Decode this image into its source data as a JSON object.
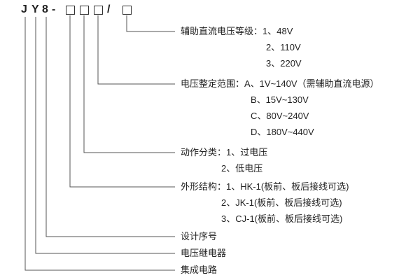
{
  "model": {
    "letter_j": "J",
    "letter_y": "Y",
    "digit_8": "8",
    "dash": "-",
    "slash": "/"
  },
  "sections": {
    "aux_dc_voltage": {
      "label": "辅助直流电压等级：1、48V",
      "options": [
        "2、110V",
        "3、220V"
      ]
    },
    "voltage_setting_range": {
      "label": "电压整定范围：A、1V~140V（需辅助直流电源）",
      "options": [
        "B、15V~130V",
        "C、80V~240V",
        "D、180V~440V"
      ]
    },
    "action_category": {
      "label": "动作分类：1、过电压",
      "options": [
        "2、低电压"
      ]
    },
    "outline_structure": {
      "label": "外形结构：1、HK-1(板前、板后接线可选)",
      "options": [
        "2、JK-1(板前、板后接线可选)",
        "3、CJ-1(板前、板后接线可选)"
      ]
    },
    "design_serial": {
      "label": "设计序号"
    },
    "voltage_relay": {
      "label": "电压继电器"
    },
    "integrated_circuit": {
      "label": "集成电路"
    }
  },
  "colors": {
    "text": "#222222",
    "line": "#555555",
    "background": "#ffffff"
  }
}
